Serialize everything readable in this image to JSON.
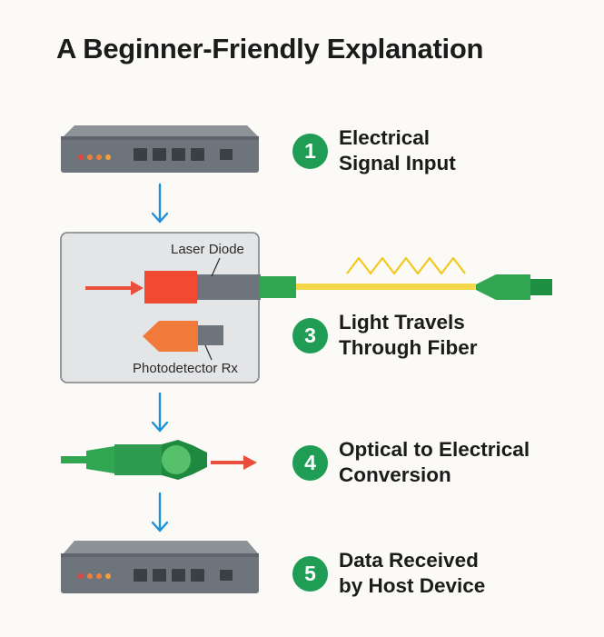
{
  "title": "A Beginner-Friendly Explanation",
  "labels": {
    "laser_diode": "Laser Diode",
    "photodetector": "Photodetector Rx"
  },
  "steps": [
    {
      "number": "1",
      "line1": "Electrical",
      "line2": "Signal Input"
    },
    {
      "number": "3",
      "line1": "Light Travels",
      "line2": "Through Fiber"
    },
    {
      "number": "4",
      "line1": "Optical to Electrical",
      "line2": "Conversion"
    },
    {
      "number": "5",
      "line1": "Data Received",
      "line2": "by Host Device"
    }
  ],
  "colors": {
    "step_badge": "#1f9d55",
    "flow_arrow": "#1e90d6",
    "laser": "#f04a32",
    "photodetector": "#f07a3a",
    "fiber": "#f5d84a",
    "connector": "#2fa64f",
    "device": "#6e747b"
  }
}
